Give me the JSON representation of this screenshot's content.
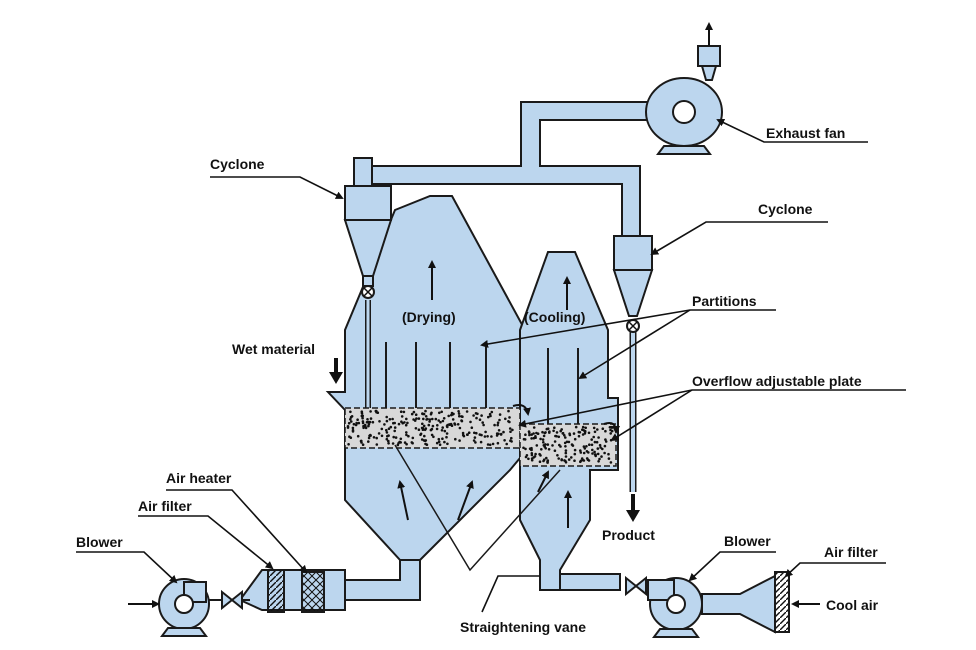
{
  "labels": {
    "exhaust_fan": "Exhaust fan",
    "cyclone_left": "Cyclone",
    "cyclone_right": "Cyclone",
    "partitions": "Partitions",
    "overflow_plate": "Overflow adjustable plate",
    "wet_material": "Wet material",
    "air_heater": "Air heater",
    "air_filter_left": "Air filter",
    "blower_left": "Blower",
    "product": "Product",
    "blower_right": "Blower",
    "air_filter_right": "Air filter",
    "cool_air": "Cool air",
    "straightening_vane": "Straightening vane",
    "drying": "(Drying)",
    "cooling": "(Cooling)"
  },
  "colors": {
    "equipment_fill": "#bcd6ee",
    "outline": "#1a1a1a",
    "bed_fill": "#d8d8d8",
    "background": "#ffffff"
  }
}
